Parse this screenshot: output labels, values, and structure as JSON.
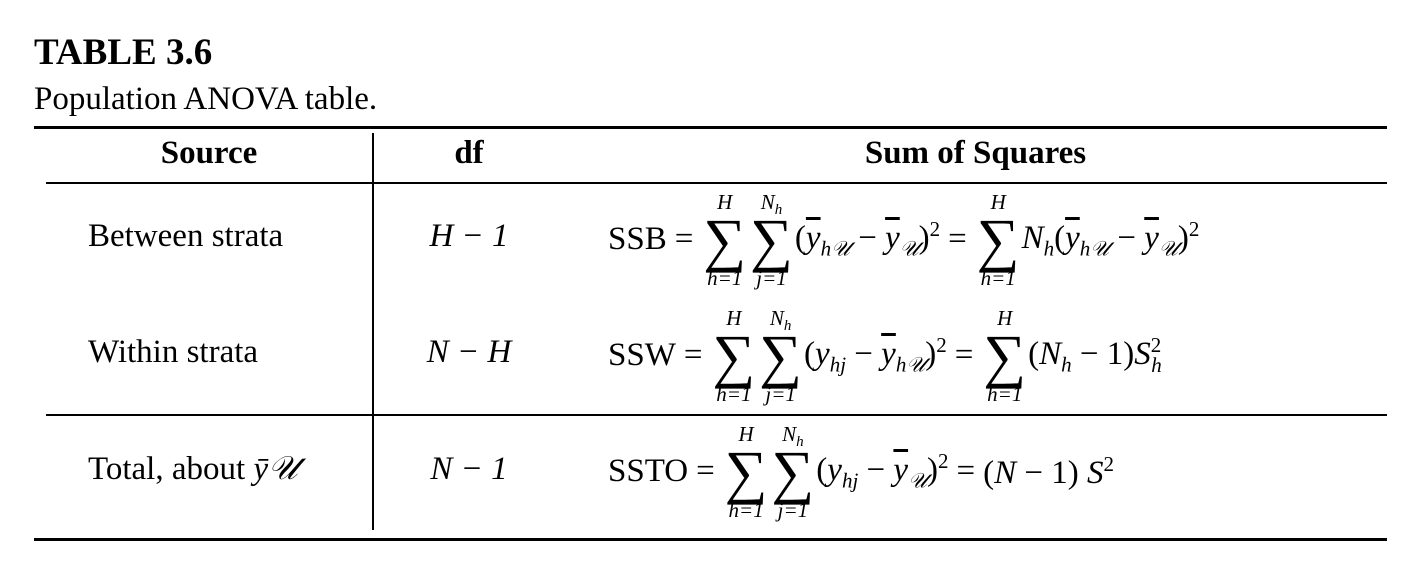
{
  "table": {
    "title": "TABLE 3.6",
    "caption": "Population ANOVA table."
  },
  "headers": {
    "source": "Source",
    "df": "df",
    "ss": "Sum of Squares"
  },
  "rows": [
    {
      "source": "Between strata",
      "df": "H − 1",
      "formula_label": "SSB",
      "sum1": {
        "sup": "H",
        "sub": "h=1"
      },
      "sum2": {
        "sup": "N",
        "supsub": "h",
        "sub": "j=1"
      },
      "sum3": {
        "sup": "H",
        "sub": "h=1"
      }
    },
    {
      "source": "Within strata",
      "df": "N − H",
      "formula_label": "SSW",
      "sum1": {
        "sup": "H",
        "sub": "h=1"
      },
      "sum2": {
        "sup": "N",
        "supsub": "h",
        "sub": "j=1"
      },
      "sum3": {
        "sup": "H",
        "sub": "h=1"
      }
    },
    {
      "source": "Total, about",
      "source_symbol": "ȳ𝒰",
      "df": "N − 1",
      "formula_label": "SSTO",
      "sum1": {
        "sup": "H",
        "sub": "h=1"
      },
      "sum2": {
        "sup": "N",
        "supsub": "h",
        "sub": "j=1"
      }
    }
  ]
}
